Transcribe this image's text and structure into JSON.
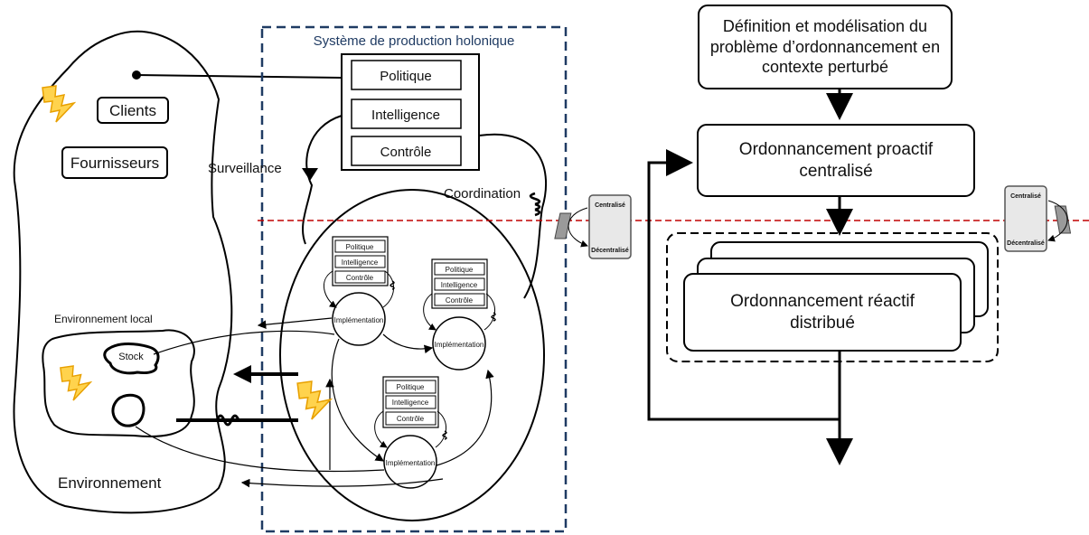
{
  "environment": {
    "clients": "Clients",
    "suppliers": "Fournisseurs",
    "local_env": "Environnement local",
    "stock": "Stock",
    "environment": "Environnement"
  },
  "holonic": {
    "title": "Système de production holonique",
    "politique": "Politique",
    "intelligence": "Intelligence",
    "controle": "Contrôle",
    "surveillance": "Surveillance",
    "coordination": "Coordination",
    "implementation": "Implémentation"
  },
  "switch": {
    "centralise": "Centralisé",
    "decentralise": "Décentralisé"
  },
  "flow": {
    "step1": "Définition et modélisation du problème d’ordonnancement en contexte perturbé",
    "step2": "Ordonnancement proactif centralisé",
    "step3": "Ordonnancement réactif distribué"
  },
  "colors": {
    "dashed_frame": "#1f3b63",
    "title_text": "#1f3b63",
    "separator": "#c00000",
    "lightning_fill": "#ffd34d",
    "lightning_stroke": "#e8a000",
    "switch_gray": "#9a9a9a"
  }
}
